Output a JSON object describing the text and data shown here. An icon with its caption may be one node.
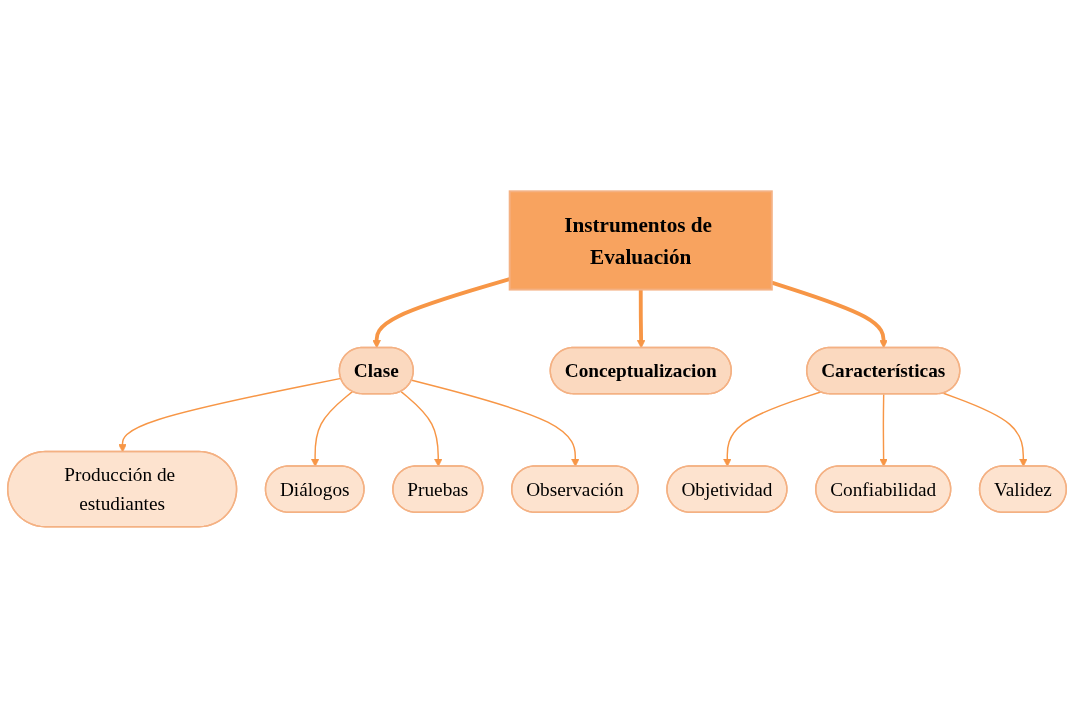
{
  "diagram": {
    "nodes": [
      {
        "text": [
          "Instrumentos de Evaluación"
        ]
      },
      {
        "text": [
          "Clase"
        ]
      },
      {
        "text": [
          "Producción de estudiantes"
        ]
      },
      {
        "text": [
          "Diálogos"
        ]
      },
      {
        "text": [
          "Pruebas"
        ]
      },
      {
        "text": [
          "Observación"
        ]
      },
      {
        "text": [
          "Conceptualizacion"
        ]
      },
      {
        "text": [
          "Características"
        ]
      },
      {
        "text": [
          "Objetividad"
        ]
      },
      {
        "text": [
          "Confiabilidad"
        ]
      },
      {
        "text": [
          "Validez"
        ]
      }
    ],
    "edges": [
      {
        "from": 0,
        "to": 1,
        "arrow": "to",
        "style": "thick"
      },
      {
        "from": 0,
        "to": 6,
        "arrow": "to",
        "style": "thick"
      },
      {
        "from": 0,
        "to": 7,
        "arrow": "to",
        "style": "thick"
      },
      {
        "from": 1,
        "to": 2,
        "arrow": "to"
      },
      {
        "from": 1,
        "to": 3,
        "arrow": "to"
      },
      {
        "from": 1,
        "to": 4,
        "arrow": "to"
      },
      {
        "from": 1,
        "to": 5,
        "arrow": "to"
      },
      {
        "from": 7,
        "to": 8,
        "arrow": "to"
      },
      {
        "from": 7,
        "to": 9,
        "arrow": "to"
      },
      {
        "from": 7,
        "to": 10,
        "arrow": "to"
      }
    ]
  }
}
